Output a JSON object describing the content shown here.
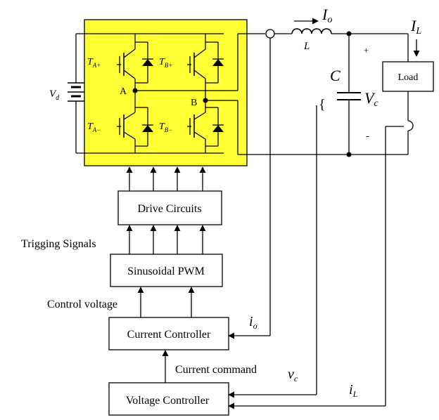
{
  "labels": {
    "Vd": "V",
    "Vd_sub": "d",
    "TAp": "T",
    "TAp_sub": "A+",
    "TBp": "T",
    "TBp_sub": "B+",
    "TAm": "T",
    "TAm_sub": "A−",
    "TBm": "T",
    "TBm_sub": "B−",
    "nodeA": "A",
    "nodeB": "B",
    "Io": "I",
    "Io_sub": "o",
    "L": "L",
    "C": "C",
    "Vc": "V",
    "Vc_sub": "c",
    "IL": "I",
    "IL_sub": "L",
    "plus": "+",
    "minus": "-",
    "brace": "{",
    "load": "Load",
    "drive": "Drive Circuits",
    "trig": "Trigging Signals",
    "spwm": "Sinusoidal PWM",
    "ctrlv": "Control voltage",
    "cc": "Current Controller",
    "io": "i",
    "io_sub": "o",
    "cmd": "Current command",
    "vc": "v",
    "vc_sub": "c",
    "iL": "i",
    "iL_sub": "L",
    "vcon": "Voltage Controller"
  },
  "colors": {
    "inverter_fill": "#ffff33",
    "wire": "#000000"
  }
}
